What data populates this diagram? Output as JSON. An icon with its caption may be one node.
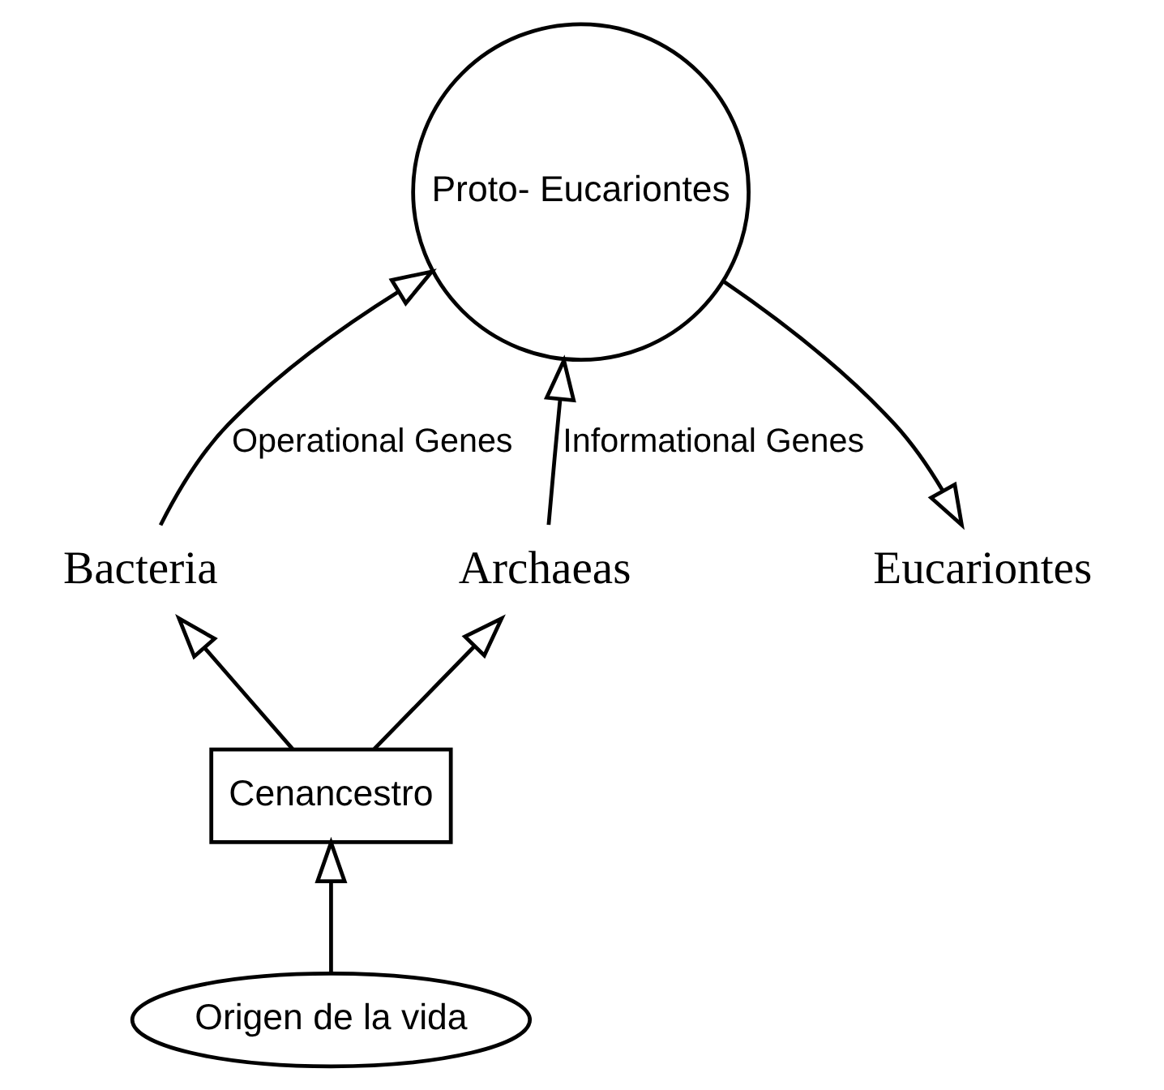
{
  "diagram": {
    "nodes": [
      {
        "text": [
          "Bacteria"
        ]
      },
      {
        "text": [
          "Eucariontes"
        ]
      },
      {
        "text": [
          "Archaeas"
        ]
      },
      {
        "text": [
          "Proto- Eucariontes"
        ]
      },
      {
        "text": [
          "Cenancestro"
        ]
      },
      {
        "text": [
          "Origen de la vida"
        ]
      }
    ],
    "edges": [
      {
        "from": 5,
        "to": 4,
        "arrow": "to"
      },
      {
        "from": 4,
        "to": 0,
        "arrow": "to"
      },
      {
        "from": 4,
        "to": 2,
        "arrow": "to"
      },
      {
        "from": 0,
        "to": 3,
        "label": "Operational Genes",
        "arrow": "to"
      },
      {
        "from": 2,
        "to": 3,
        "label": "Informational Genes",
        "arrow": "to"
      },
      {
        "from": 3,
        "to": 1,
        "arrow": "to"
      }
    ]
  }
}
